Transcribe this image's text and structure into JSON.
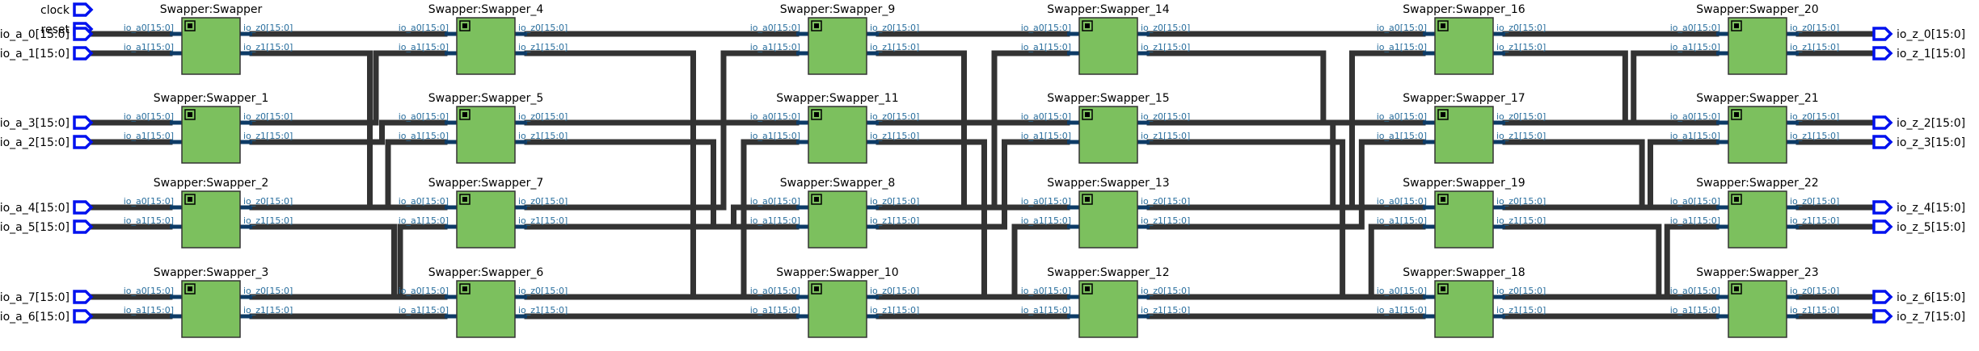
{
  "inputs": [
    {
      "name": "clock"
    },
    {
      "name": "reset"
    },
    {
      "name": "io_a_0[15:0]"
    },
    {
      "name": "io_a_1[15:0]"
    },
    {
      "name": "io_a_3[15:0]"
    },
    {
      "name": "io_a_2[15:0]"
    },
    {
      "name": "io_a_4[15:0]"
    },
    {
      "name": "io_a_5[15:0]"
    },
    {
      "name": "io_a_7[15:0]"
    },
    {
      "name": "io_a_6[15:0]"
    }
  ],
  "outputs": [
    {
      "name": "io_z_0[15:0]"
    },
    {
      "name": "io_z_1[15:0]"
    },
    {
      "name": "io_z_2[15:0]"
    },
    {
      "name": "io_z_3[15:0]"
    },
    {
      "name": "io_z_4[15:0]"
    },
    {
      "name": "io_z_5[15:0]"
    },
    {
      "name": "io_z_6[15:0]"
    },
    {
      "name": "io_z_7[15:0]"
    }
  ],
  "port_labels": {
    "a0": "io_a0[15:0]",
    "a1": "io_a1[15:0]",
    "z0": "io_z0[15:0]",
    "z1": "io_z1[15:0]"
  },
  "columns": [
    [
      "Swapper:Swapper",
      "Swapper:Swapper_1",
      "Swapper:Swapper_2",
      "Swapper:Swapper_3"
    ],
    [
      "Swapper:Swapper_4",
      "Swapper:Swapper_5",
      "Swapper:Swapper_7",
      "Swapper:Swapper_6"
    ],
    [
      "Swapper:Swapper_9",
      "Swapper:Swapper_11",
      "Swapper:Swapper_8",
      "Swapper:Swapper_10"
    ],
    [
      "Swapper:Swapper_14",
      "Swapper:Swapper_15",
      "Swapper:Swapper_13",
      "Swapper:Swapper_12"
    ],
    [
      "Swapper:Swapper_16",
      "Swapper:Swapper_17",
      "Swapper:Swapper_19",
      "Swapper:Swapper_18"
    ],
    [
      "Swapper:Swapper_20",
      "Swapper:Swapper_21",
      "Swapper:Swapper_22",
      "Swapper:Swapper_23"
    ]
  ],
  "stage_wiring": [
    [
      [
        0,
        0
      ],
      [
        2,
        0
      ],
      [
        0,
        1
      ],
      [
        1,
        0
      ],
      [
        1,
        1
      ],
      [
        3,
        0
      ],
      [
        2,
        1
      ],
      [
        3,
        1
      ]
    ],
    [
      [
        0,
        0
      ],
      [
        3,
        0
      ],
      [
        1,
        0
      ],
      [
        2,
        1
      ],
      [
        0,
        1
      ],
      [
        2,
        0
      ],
      [
        1,
        1
      ],
      [
        3,
        1
      ]
    ],
    [
      [
        0,
        0
      ],
      [
        2,
        0
      ],
      [
        1,
        0
      ],
      [
        3,
        0
      ],
      [
        0,
        1
      ],
      [
        1,
        1
      ],
      [
        2,
        1
      ],
      [
        3,
        1
      ]
    ],
    [
      [
        0,
        0
      ],
      [
        1,
        0
      ],
      [
        2,
        0
      ],
      [
        3,
        0
      ],
      [
        0,
        1
      ],
      [
        1,
        1
      ],
      [
        2,
        1
      ],
      [
        3,
        1
      ]
    ],
    [
      [
        0,
        0
      ],
      [
        1,
        0
      ],
      [
        0,
        1
      ],
      [
        2,
        0
      ],
      [
        1,
        1
      ],
      [
        3,
        0
      ],
      [
        2,
        1
      ],
      [
        3,
        1
      ]
    ]
  ],
  "colors": {
    "block": "#7cc05e",
    "wire": "#333333",
    "pin": "#0011ee",
    "port_text": "#2a6f9e"
  }
}
